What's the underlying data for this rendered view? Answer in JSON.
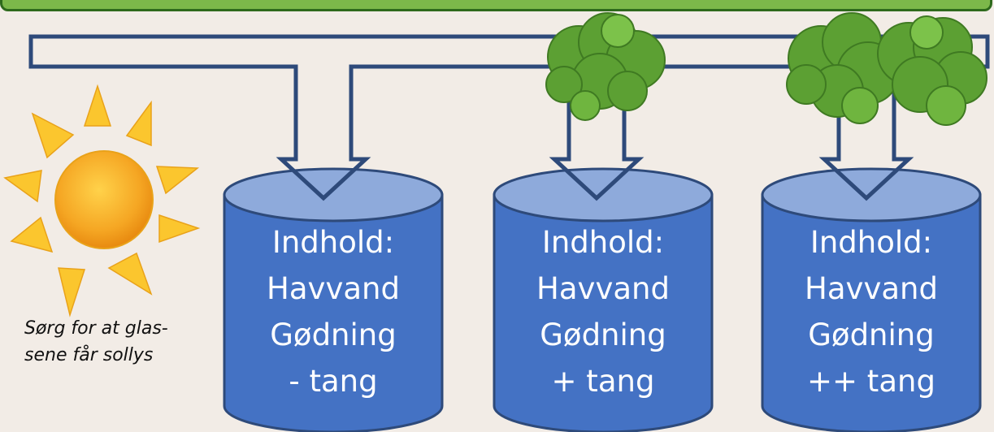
{
  "colors": {
    "background": "#f2ece6",
    "header_bar": "#7cb84a",
    "pipe_outline": "#2e4a7a",
    "jar_body": "#4472c4",
    "jar_top": "#8eaadb",
    "sun": "#f5a623",
    "sun_rays": "#fbc62e",
    "seaweed": "#5ca033"
  },
  "icons": [
    "sun-icon",
    "seaweed-icon",
    "down-arrow-icon"
  ],
  "caption": {
    "line1": "Sørg for at glas-",
    "line2": "sene får sollys"
  },
  "jars": [
    {
      "line1": "Indhold:",
      "line2": "Havvand",
      "line3": "Gødning",
      "line4": "- tang",
      "seaweed_amount": 0
    },
    {
      "line1": "Indhold:",
      "line2": "Havvand",
      "line3": "Gødning",
      "line4": "+ tang",
      "seaweed_amount": 1
    },
    {
      "line1": "Indhold:",
      "line2": "Havvand",
      "line3": "Gødning",
      "line4": "++ tang",
      "seaweed_amount": 2
    }
  ]
}
